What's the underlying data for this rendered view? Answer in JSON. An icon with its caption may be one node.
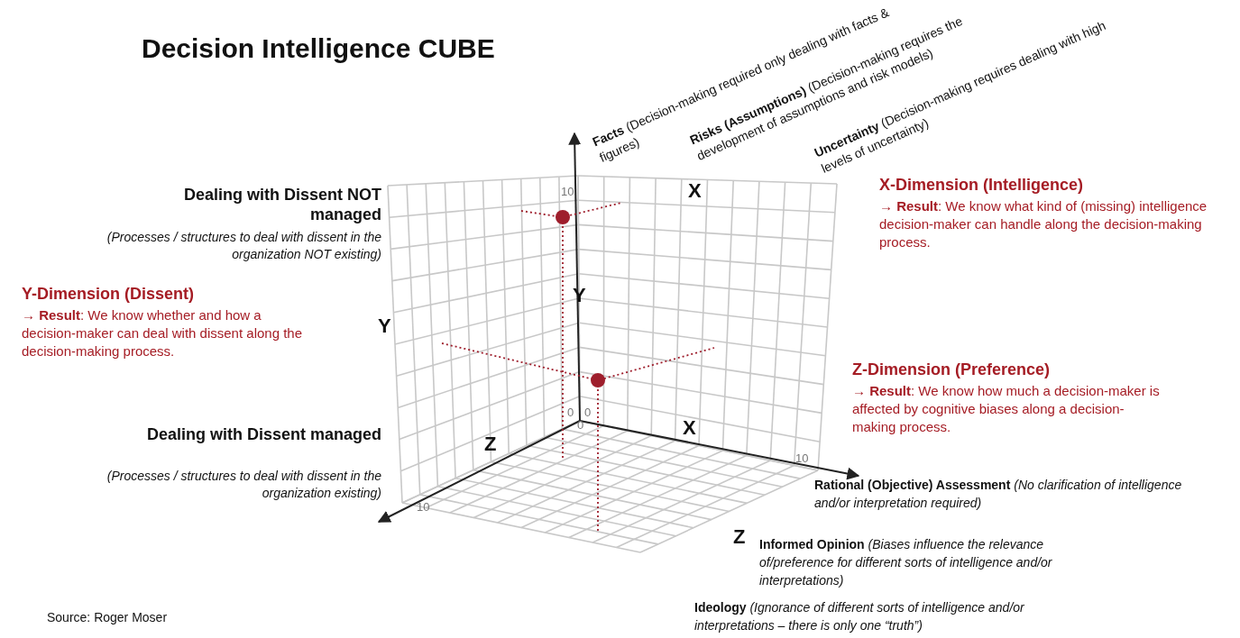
{
  "diagram": {
    "title": "Decision Intelligence CUBE",
    "labels": [
      "**Facts** (Decision-making required only dealing with facts & figures)",
      "**Risks (Assumptions)** (Decision-making requires the development of assumptions and risk models)",
      "**Uncertainty** (Decision-making requires dealing with high levels of uncertainty)",
      "Dealing with Dissent NOT managed",
      "(Processes / structures to deal with dissent in the organization NOT existing)",
      "10",
      "X",
      "X-Dimension (Intelligence)",
      "→ **Result**: We know what kind of (missing) intelligence decision-maker can handle along the decision-making process.",
      "Y-Dimension (Dissent)",
      "→ **Result**: We know whether and how a decision-maker can deal with dissent along the decision-making process.",
      "Y",
      "Y",
      "Z-Dimension (Preference)",
      "→ **Result**: We know how much a decision-maker is affected by cognitive biases along a decision-making process.",
      "0",
      "0",
      "0",
      "Dealing with Dissent managed",
      "(Processes / structures to deal with dissent in the organization existing)",
      "Z",
      "X",
      "10",
      "**Rational (Objective) Assessment** *(No clarification of intelligence and/or interpretation required)*",
      "10",
      "Z",
      "**Informed Opinion** *(Biases influence the relevance of/preference for different sorts of intelligence and/or interpretations)*",
      "**Ideology** *(Ignorance of different sorts of intelligence and/or interpretations – there is only one “truth”)*",
      "Source: Roger Moser"
    ]
  }
}
